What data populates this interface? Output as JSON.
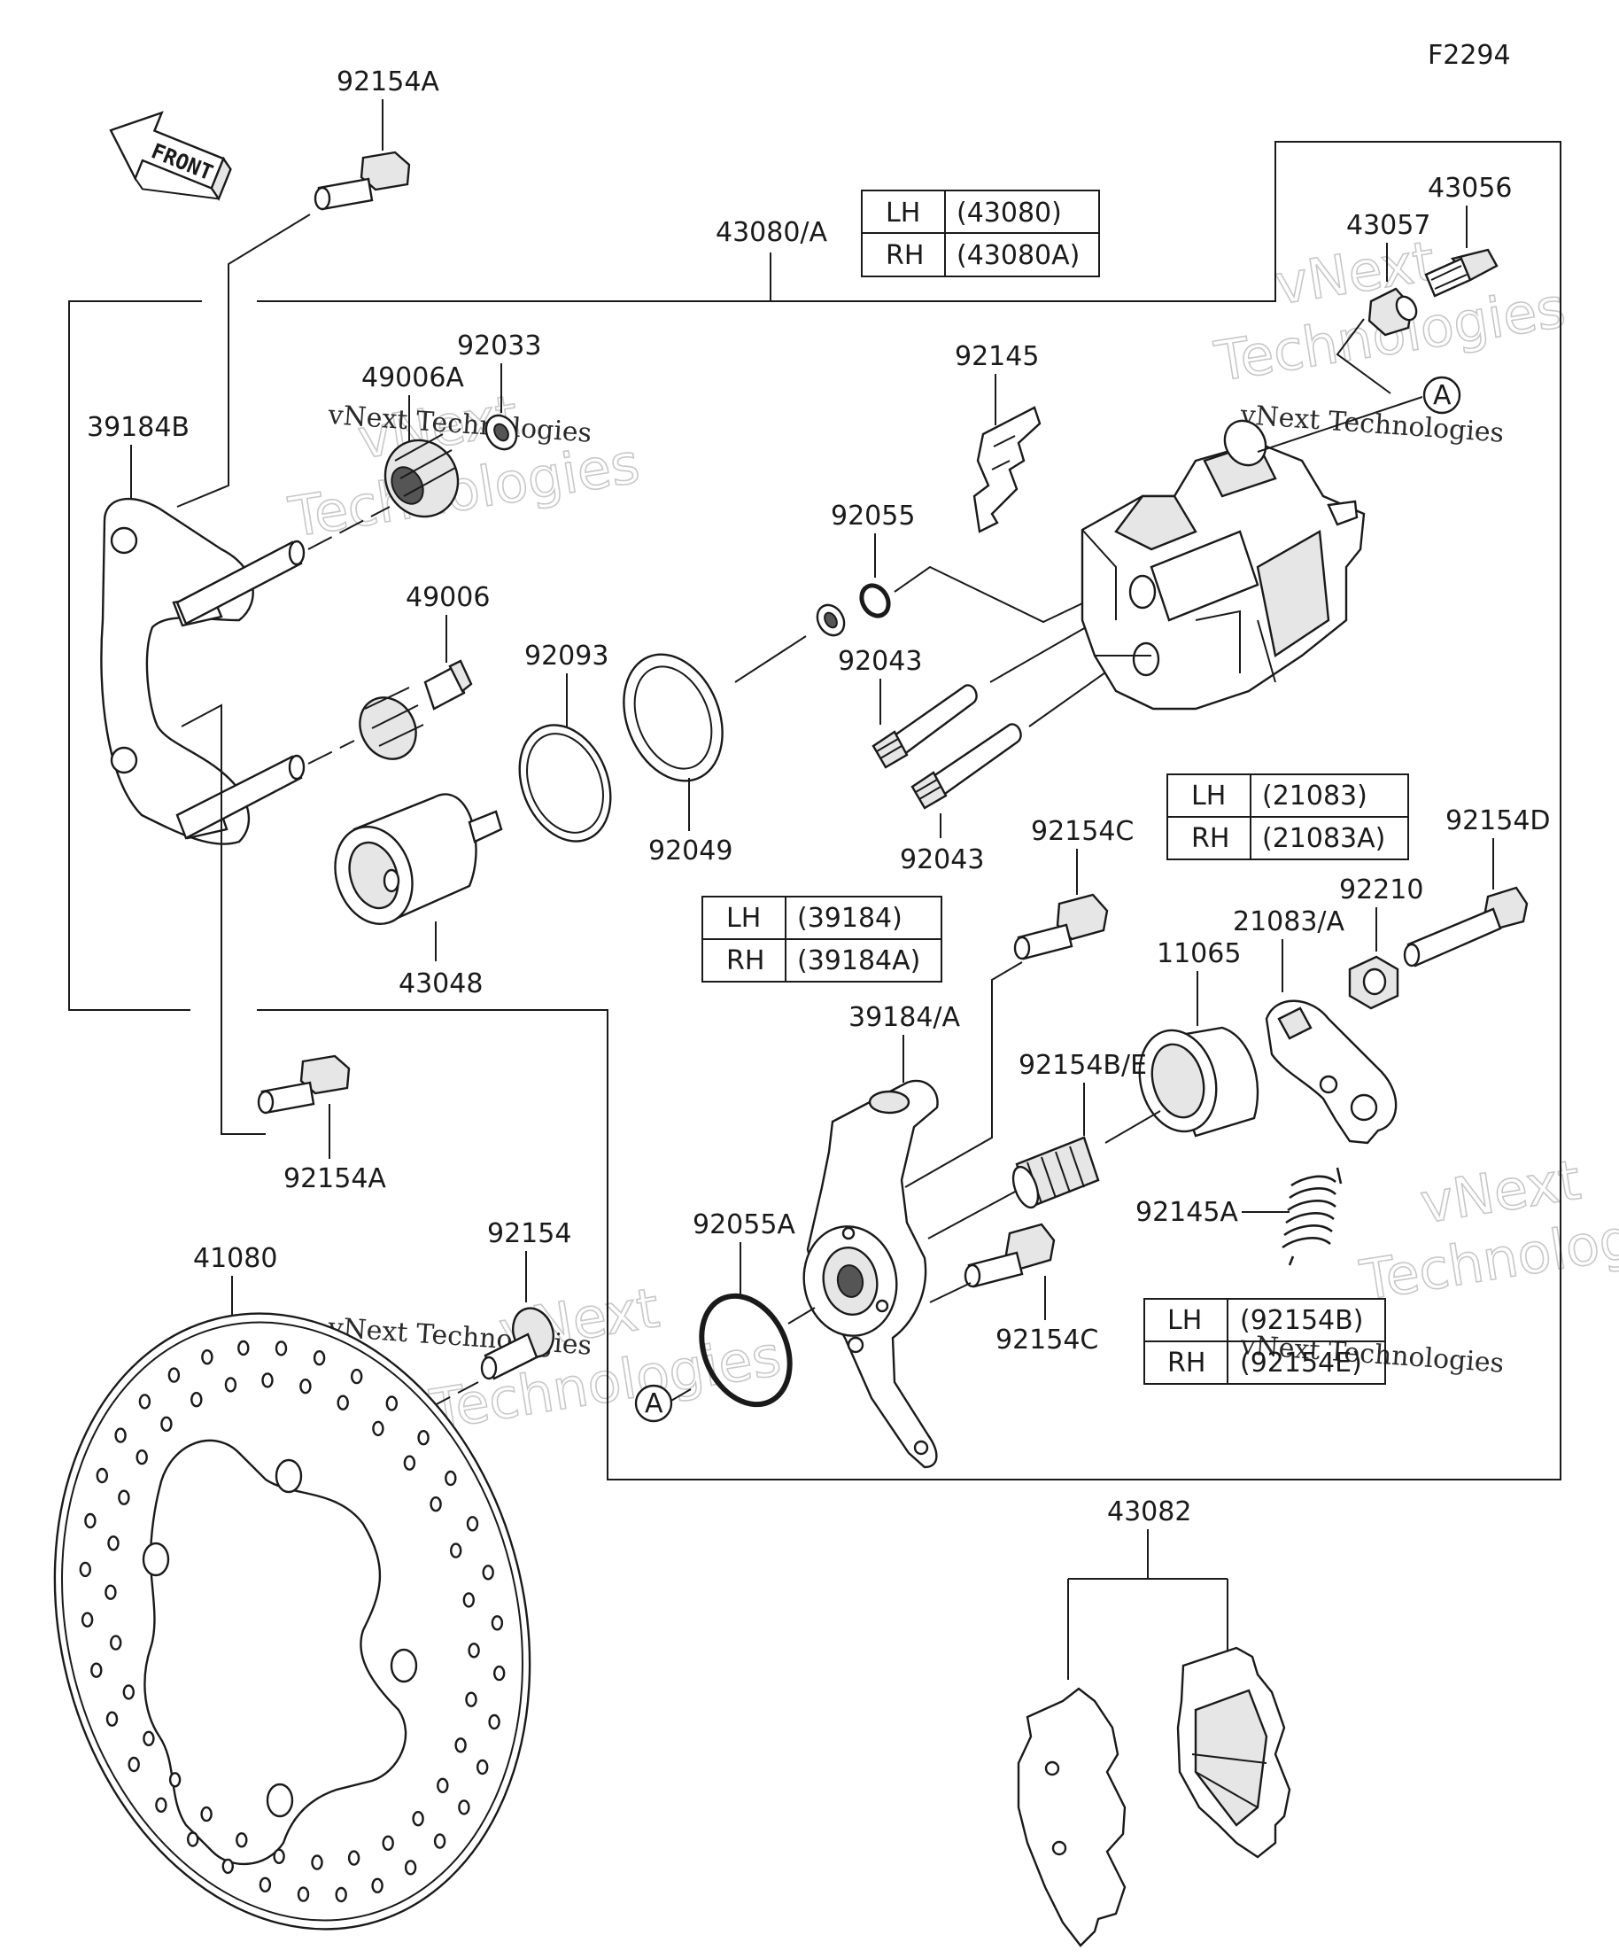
{
  "figure_code": "F2294",
  "front_label": "FRONT",
  "watermark": {
    "line1": "vNext",
    "line2": "Technologies",
    "caption": "vNext Technologies"
  },
  "labels": {
    "p92154A_top": "92154A",
    "p43080A": "43080/A",
    "p43057": "43057",
    "p43056": "43056",
    "p92033": "92033",
    "p49006A": "49006A",
    "p39184B": "39184B",
    "p92145": "92145",
    "p92055": "92055",
    "p49006": "49006",
    "p92093": "92093",
    "p92043_a": "92043",
    "p92049": "92049",
    "p92043_b": "92043",
    "p92154C_a": "92154C",
    "p92154D": "92154D",
    "p92210": "92210",
    "p21083A": "21083/A",
    "p11065": "11065",
    "p43048": "43048",
    "p39184A": "39184/A",
    "p92154BE": "92154B/E",
    "p92154A_bottom": "92154A",
    "p92145A": "92145A",
    "p41080": "41080",
    "p92154": "92154",
    "p92055A": "92055A",
    "p92154C_b": "92154C",
    "p43082": "43082",
    "ref_A_top": "A",
    "ref_A_bottom": "A"
  },
  "tables": {
    "t43080": [
      {
        "side": "LH",
        "part": "(43080)"
      },
      {
        "side": "RH",
        "part": "(43080A)"
      }
    ],
    "t21083": [
      {
        "side": "LH",
        "part": "(21083)"
      },
      {
        "side": "RH",
        "part": "(21083A)"
      }
    ],
    "t39184": [
      {
        "side": "LH",
        "part": "(39184)"
      },
      {
        "side": "RH",
        "part": "(39184A)"
      }
    ],
    "t92154": [
      {
        "side": "LH",
        "part": "(92154B)"
      },
      {
        "side": "RH",
        "part": "(92154E)"
      }
    ]
  }
}
